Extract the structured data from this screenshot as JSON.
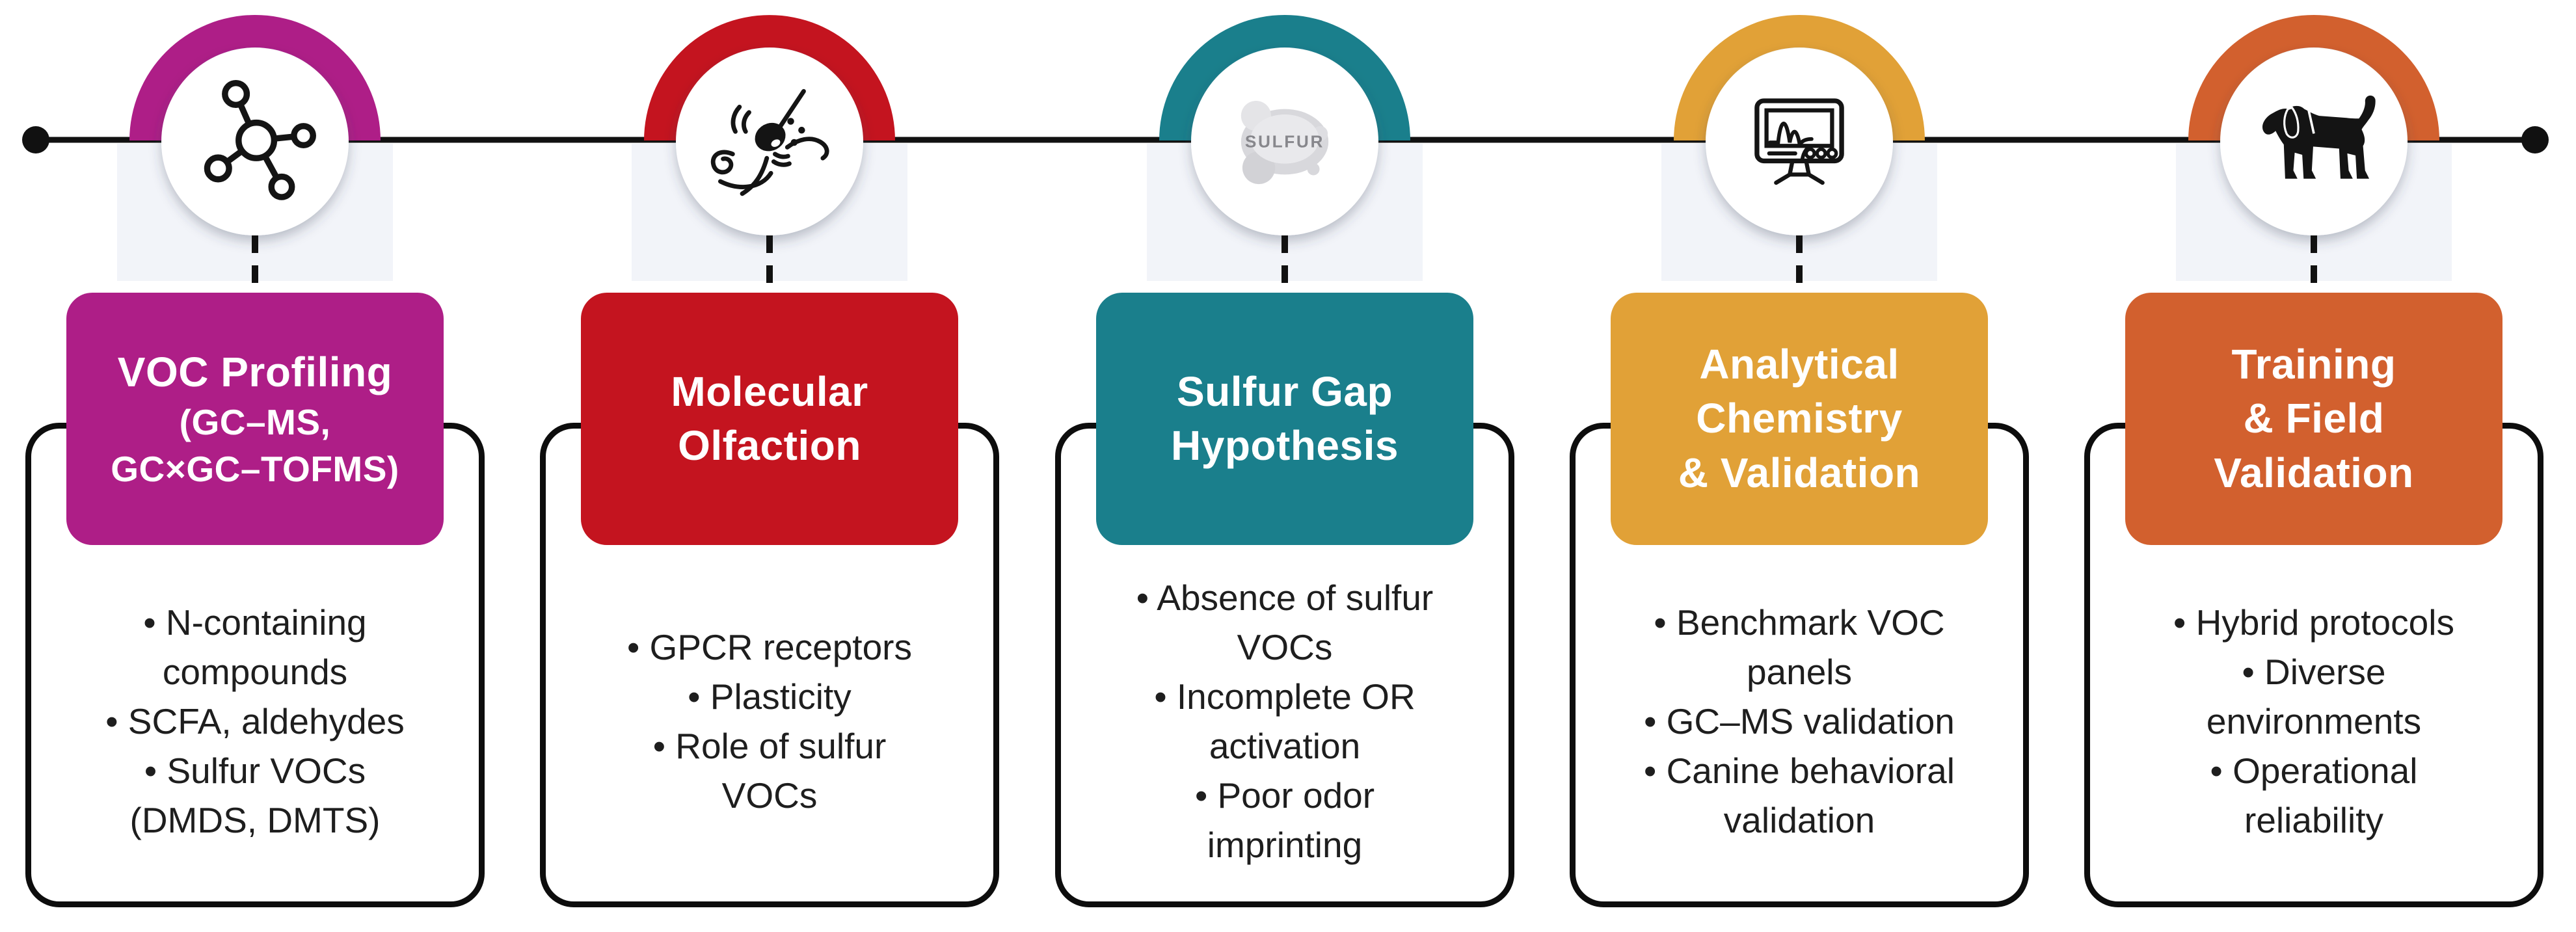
{
  "figure": {
    "background": "#ffffff",
    "timeline_color": "#111111",
    "panel_color": "#f2f4f9",
    "text_color": "#1e1e1e",
    "sections": [
      {
        "name": "voc-profiling",
        "accent": "#AE1E87",
        "icon": "molecule-icon",
        "title_lines": [
          "VOC Profiling",
          "(GC–MS,",
          "GC×GC–TOFMS)"
        ],
        "title_sizes": [
          64,
          55,
          55
        ],
        "bullets": [
          [
            "• N-containing",
            "compounds"
          ],
          [
            "• SCFA, aldehydes"
          ],
          [
            "• Sulfur VOCs",
            "(DMDS, DMTS)"
          ]
        ]
      },
      {
        "name": "molecular-olfaction",
        "accent": "#C4141F",
        "icon": "sniffing-nose-icon",
        "title_lines": [
          "Molecular",
          "Olfaction"
        ],
        "title_sizes": [
          64,
          64
        ],
        "bullets": [
          [
            "• GPCR receptors"
          ],
          [
            "• Plasticity"
          ],
          [
            "• Role of sulfur",
            "VOCs"
          ]
        ]
      },
      {
        "name": "sulfur-gap-hypothesis",
        "accent": "#1A7F8C",
        "icon": "sulfur-rock-icon",
        "icon_label": "SULFUR",
        "title_lines": [
          "Sulfur Gap",
          "Hypothesis"
        ],
        "title_sizes": [
          64,
          64
        ],
        "bullets": [
          [
            "• Absence of sulfur",
            "VOCs"
          ],
          [
            "• Incomplete OR",
            "activation"
          ],
          [
            "• Poor odor",
            "imprinting"
          ]
        ]
      },
      {
        "name": "analytical-chemistry-validation",
        "accent": "#E1A137",
        "icon": "chromatograph-monitor-icon",
        "title_lines": [
          "Analytical",
          "Chemistry",
          "& Validation"
        ],
        "title_sizes": [
          64,
          64,
          64
        ],
        "bullets": [
          [
            "• Benchmark VOC",
            "panels"
          ],
          [
            "• GC–MS validation"
          ],
          [
            "• Canine behavioral",
            "validation"
          ]
        ]
      },
      {
        "name": "training-field-validation",
        "accent": "#D2602E",
        "icon": "dog-icon",
        "title_lines": [
          "Training",
          "& Field",
          "Validation"
        ],
        "title_sizes": [
          64,
          64,
          64
        ],
        "bullets": [
          [
            "• Hybrid protocols"
          ],
          [
            "• Diverse",
            "environments"
          ],
          [
            "• Operational",
            "reliability"
          ]
        ]
      }
    ]
  }
}
